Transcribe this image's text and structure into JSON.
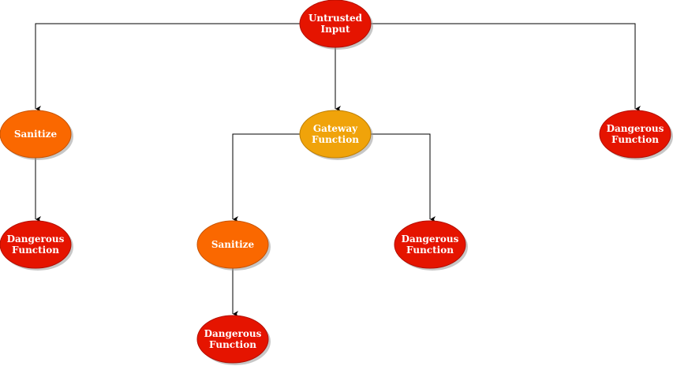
{
  "nodes": {
    "untrusted_input": [
      "Untrusted",
      "Input"
    ],
    "sanitize_left": [
      "Sanitize"
    ],
    "gateway_function": [
      "Gateway",
      "Function"
    ],
    "dangerous_right": [
      "Dangerous",
      "Function"
    ],
    "dangerous_left": [
      "Dangerous",
      "Function"
    ],
    "sanitize_mid": [
      "Sanitize"
    ],
    "dangerous_mid_right": [
      "Dangerous",
      "Function"
    ],
    "dangerous_bottom": [
      "Dangerous",
      "Function"
    ]
  },
  "colors": {
    "danger": "#e51400",
    "sanitize": "#fa6800",
    "gateway": "#f0a30a"
  }
}
